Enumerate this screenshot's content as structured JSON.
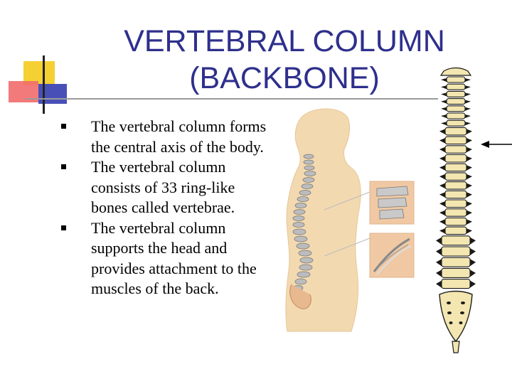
{
  "slide": {
    "title_line1": "VERTEBRAL COLUMN",
    "title_line2": "(BACKBONE)",
    "bullets": [
      "The vertebral column forms the central axis of the body.",
      "The vertebral column consists of 33 ring-like bones called vertebrae.",
      "The vertebral column supports the head and provides attachment to the muscles of the back."
    ]
  },
  "colors": {
    "title": "#2e2f8c",
    "deco_yellow": "#f5d033",
    "deco_red": "#f26b6b",
    "deco_blue": "#4850b8",
    "skin": "#f3d9b0",
    "bone": "#f3e6b0",
    "bone_outline": "#1a1a1a"
  },
  "icons": {
    "marker": "square-bullet-icon",
    "pointer": "arrow-left-icon"
  }
}
